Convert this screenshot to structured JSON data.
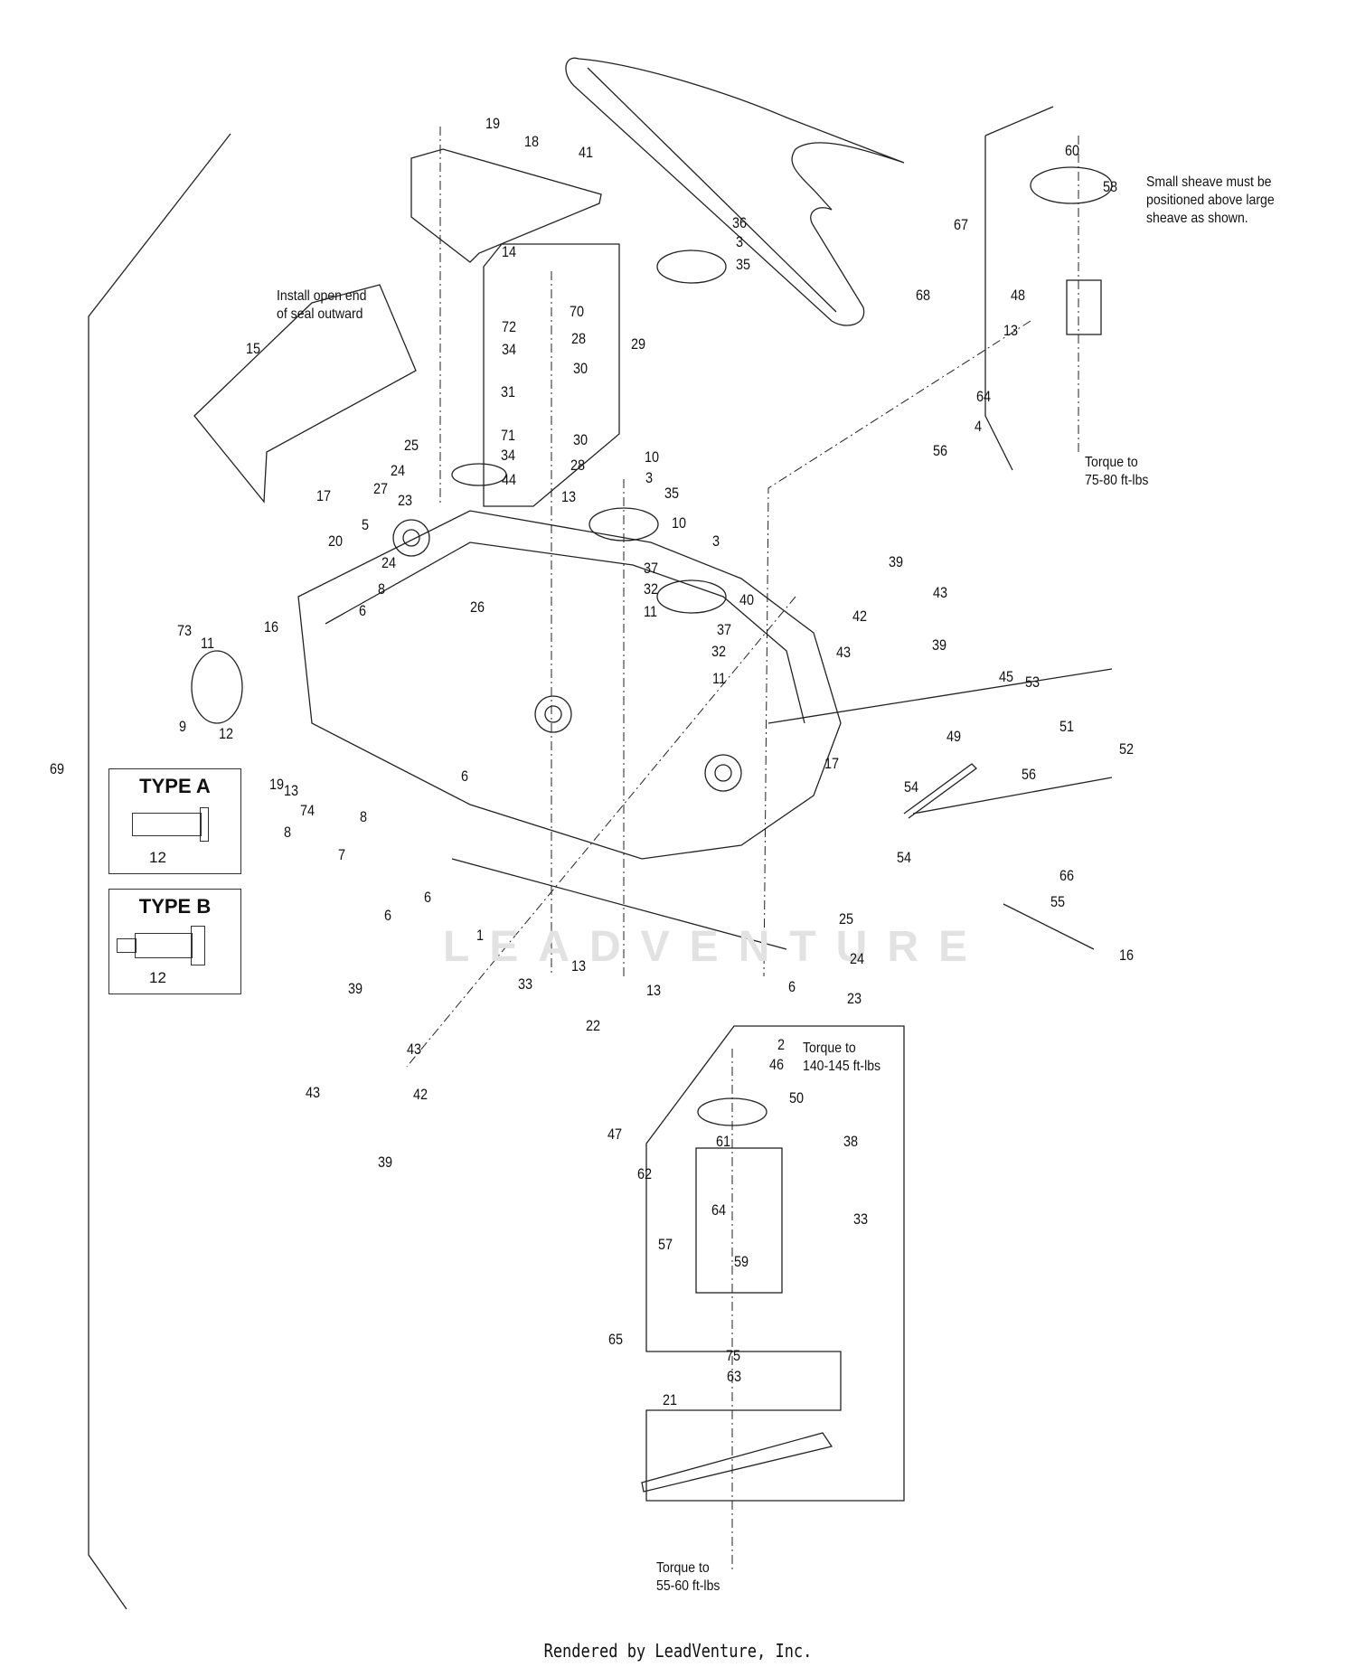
{
  "diagram": {
    "subject": "Mower deck assembly exploded parts diagram",
    "watermark": "LEADVENTURE",
    "footer": "Rendered by LeadVenture, Inc.",
    "notes": {
      "seal": "Install open end\nof seal outward",
      "sheave": "Small sheave must be\npositioned above large\nsheave as shown.",
      "torque_idler": "Torque to\n75-80 ft-lbs",
      "torque_spindle": "Torque to\n140-145 ft-lbs",
      "torque_blade": "Torque to\n55-60 ft-lbs"
    },
    "type_boxes": [
      {
        "title": "TYPE A",
        "part": "12"
      },
      {
        "title": "TYPE B",
        "part": "12"
      }
    ],
    "callouts": [
      {
        "id": "c19a",
        "text": "19"
      },
      {
        "id": "c18",
        "text": "18"
      },
      {
        "id": "c41",
        "text": "41"
      },
      {
        "id": "c60",
        "text": "60"
      },
      {
        "id": "c58",
        "text": "58"
      },
      {
        "id": "c67",
        "text": "67"
      },
      {
        "id": "c36",
        "text": "36"
      },
      {
        "id": "c3a",
        "text": "3"
      },
      {
        "id": "c35a",
        "text": "35"
      },
      {
        "id": "c14",
        "text": "14"
      },
      {
        "id": "c70",
        "text": "70"
      },
      {
        "id": "c72",
        "text": "72"
      },
      {
        "id": "c28a",
        "text": "28"
      },
      {
        "id": "c34a",
        "text": "34"
      },
      {
        "id": "c30a",
        "text": "30"
      },
      {
        "id": "c29",
        "text": "29"
      },
      {
        "id": "c31",
        "text": "31"
      },
      {
        "id": "c71",
        "text": "71"
      },
      {
        "id": "c30b",
        "text": "30"
      },
      {
        "id": "c34b",
        "text": "34"
      },
      {
        "id": "c28b",
        "text": "28"
      },
      {
        "id": "c44",
        "text": "44"
      },
      {
        "id": "c13a",
        "text": "13"
      },
      {
        "id": "c68",
        "text": "68"
      },
      {
        "id": "c48",
        "text": "48"
      },
      {
        "id": "c13b",
        "text": "13"
      },
      {
        "id": "c64a",
        "text": "64"
      },
      {
        "id": "c4",
        "text": "4"
      },
      {
        "id": "c56a",
        "text": "56"
      },
      {
        "id": "c15",
        "text": "15"
      },
      {
        "id": "c25a",
        "text": "25"
      },
      {
        "id": "c24a",
        "text": "24"
      },
      {
        "id": "c17a",
        "text": "17"
      },
      {
        "id": "c27",
        "text": "27"
      },
      {
        "id": "c23a",
        "text": "23"
      },
      {
        "id": "c5",
        "text": "5"
      },
      {
        "id": "c20",
        "text": "20"
      },
      {
        "id": "c24b",
        "text": "24"
      },
      {
        "id": "c8a",
        "text": "8"
      },
      {
        "id": "c6a",
        "text": "6"
      },
      {
        "id": "c26",
        "text": "26"
      },
      {
        "id": "c10a",
        "text": "10"
      },
      {
        "id": "c3b",
        "text": "3"
      },
      {
        "id": "c35b",
        "text": "35"
      },
      {
        "id": "c10b",
        "text": "10"
      },
      {
        "id": "c3c",
        "text": "3"
      },
      {
        "id": "c37a",
        "text": "37"
      },
      {
        "id": "c32a",
        "text": "32"
      },
      {
        "id": "c40",
        "text": "40"
      },
      {
        "id": "c11a",
        "text": "11"
      },
      {
        "id": "c37b",
        "text": "37"
      },
      {
        "id": "c32b",
        "text": "32"
      },
      {
        "id": "c11b",
        "text": "11"
      },
      {
        "id": "c39a",
        "text": "39"
      },
      {
        "id": "c43a",
        "text": "43"
      },
      {
        "id": "c42a",
        "text": "42"
      },
      {
        "id": "c43b",
        "text": "43"
      },
      {
        "id": "c39b",
        "text": "39"
      },
      {
        "id": "c73",
        "text": "73"
      },
      {
        "id": "c11c",
        "text": "11"
      },
      {
        "id": "c16a",
        "text": "16"
      },
      {
        "id": "c9",
        "text": "9"
      },
      {
        "id": "c12",
        "text": "12"
      },
      {
        "id": "c45",
        "text": "45"
      },
      {
        "id": "c53",
        "text": "53"
      },
      {
        "id": "c51",
        "text": "51"
      },
      {
        "id": "c17b",
        "text": "17"
      },
      {
        "id": "c49",
        "text": "49"
      },
      {
        "id": "c52",
        "text": "52"
      },
      {
        "id": "c54a",
        "text": "54"
      },
      {
        "id": "c56b",
        "text": "56"
      },
      {
        "id": "c54b",
        "text": "54"
      },
      {
        "id": "c66",
        "text": "66"
      },
      {
        "id": "c55",
        "text": "55"
      },
      {
        "id": "c16b",
        "text": "16"
      },
      {
        "id": "c69",
        "text": "69"
      },
      {
        "id": "c19b",
        "text": "19"
      },
      {
        "id": "c6b",
        "text": "6"
      },
      {
        "id": "c13c",
        "text": "13"
      },
      {
        "id": "c74",
        "text": "74"
      },
      {
        "id": "c8b",
        "text": "8"
      },
      {
        "id": "c8c",
        "text": "8"
      },
      {
        "id": "c7",
        "text": "7"
      },
      {
        "id": "c6c",
        "text": "6"
      },
      {
        "id": "c6d",
        "text": "6"
      },
      {
        "id": "c1",
        "text": "1"
      },
      {
        "id": "c25b",
        "text": "25"
      },
      {
        "id": "c24c",
        "text": "24"
      },
      {
        "id": "c13d",
        "text": "13"
      },
      {
        "id": "c33a",
        "text": "33"
      },
      {
        "id": "c13e",
        "text": "13"
      },
      {
        "id": "c6e",
        "text": "6"
      },
      {
        "id": "c23b",
        "text": "23"
      },
      {
        "id": "c22",
        "text": "22"
      },
      {
        "id": "c39c",
        "text": "39"
      },
      {
        "id": "c43c",
        "text": "43"
      },
      {
        "id": "c42b",
        "text": "42"
      },
      {
        "id": "c43d",
        "text": "43"
      },
      {
        "id": "c39d",
        "text": "39"
      },
      {
        "id": "c2",
        "text": "2"
      },
      {
        "id": "c46",
        "text": "46"
      },
      {
        "id": "c50",
        "text": "50"
      },
      {
        "id": "c47",
        "text": "47"
      },
      {
        "id": "c61",
        "text": "61"
      },
      {
        "id": "c38",
        "text": "38"
      },
      {
        "id": "c62",
        "text": "62"
      },
      {
        "id": "c64b",
        "text": "64"
      },
      {
        "id": "c33b",
        "text": "33"
      },
      {
        "id": "c57",
        "text": "57"
      },
      {
        "id": "c59",
        "text": "59"
      },
      {
        "id": "c65",
        "text": "65"
      },
      {
        "id": "c75",
        "text": "75"
      },
      {
        "id": "c63",
        "text": "63"
      },
      {
        "id": "c21",
        "text": "21"
      }
    ]
  }
}
